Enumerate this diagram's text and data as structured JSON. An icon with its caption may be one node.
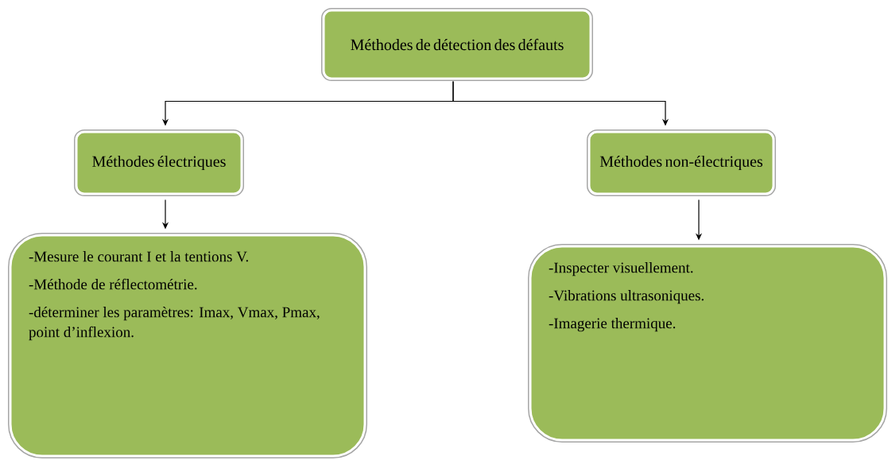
{
  "diagram": {
    "nodes": [
      {
        "text": [
          "Méthodes de détection des défauts"
        ]
      },
      {
        "text": [
          "Méthodes électriques"
        ]
      },
      {
        "text": [
          "Méthodes non-électriques"
        ]
      },
      {
        "text": [
          "-Mesure le courant I et la tentions V.",
          "-Méthode de réflectométrie.",
          "-déterminer les paramètres: Imax, Vmax, Pmax, point d’inflexion."
        ]
      },
      {
        "text": [
          "-Inspecter visuellement.",
          "-Vibrations ultrasoniques.",
          "-Imagerie thermique."
        ]
      }
    ],
    "edges": [
      {
        "from": 0,
        "to": 1,
        "arrow": "to"
      },
      {
        "from": 0,
        "to": 2,
        "arrow": "to"
      },
      {
        "from": 1,
        "to": 3,
        "arrow": "to"
      },
      {
        "from": 2,
        "to": 4,
        "arrow": "to"
      }
    ]
  }
}
